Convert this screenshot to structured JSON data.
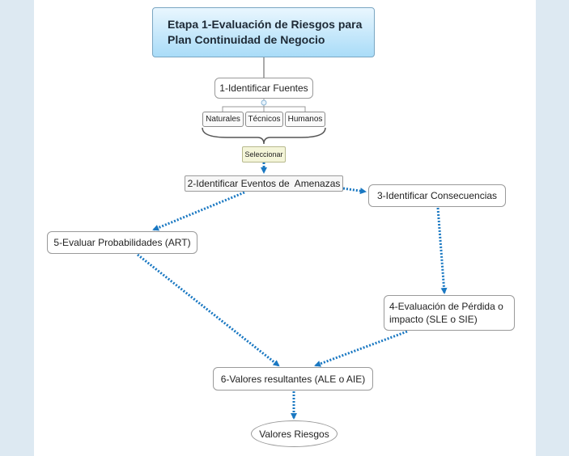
{
  "title": "Etapa 1-Evaluación de Riesgos para Plan Continuidad de Negocio",
  "nodes": {
    "fuentes": "1-Identificar Fuentes",
    "naturales": "Naturales",
    "tecnicos": "Técnicos",
    "humanos": "Humanos",
    "seleccionar": "Seleccionar",
    "amenazas": "2-Identificar Eventos de  Amenazas",
    "consecuencias": "3-Identificar Consecuencias",
    "perdida": "4-Evaluación de Pérdida o impacto (SLE o SIE)",
    "probabilidades": "5-Evaluar Probabilidades (ART)",
    "resultantes": "6-Valores resultantes (ALE o AIE)",
    "valores": "Valores Riesgos"
  },
  "colors": {
    "arrow": "#1a78c2",
    "title_gradient_top": "#e9f6fe",
    "title_gradient_bottom": "#a9dcf8",
    "background": "#dde9f2"
  }
}
